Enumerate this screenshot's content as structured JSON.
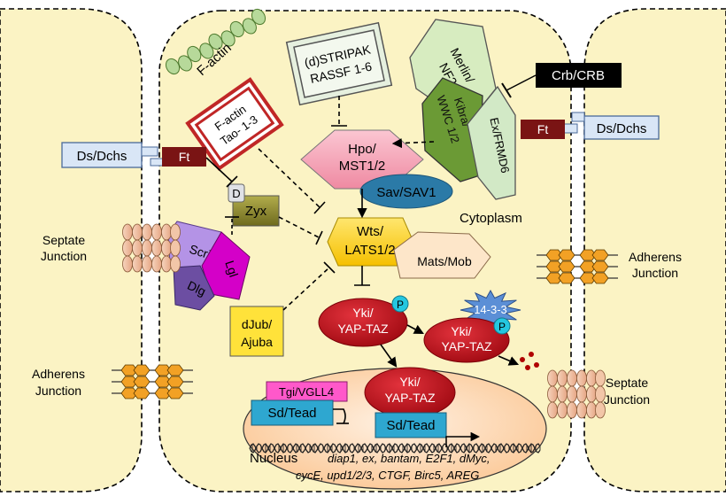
{
  "labels": {
    "factin_top": "F-actin",
    "cytoplasm": "Cytoplasm",
    "nucleus": "Nucleus",
    "septate_left": [
      "Septate",
      "Junction"
    ],
    "adherens_left": [
      "Adherens",
      "Junction"
    ],
    "adherens_right": [
      "Adherens",
      "Junction"
    ],
    "septate_right": [
      "Septate",
      "Junction"
    ]
  },
  "proteins": {
    "factin_tao": [
      "F-actin",
      "Tao- 1-3"
    ],
    "stripak": [
      "(d)STRIPAK",
      "RASSF 1-6"
    ],
    "merlin": [
      "Merlin/",
      "NF2"
    ],
    "kibra": [
      "Kibra/",
      "WWC 1/2"
    ],
    "ex": "Ex/FRMD6",
    "crb": "Crb/CRB",
    "ft_right": "Ft",
    "dsdchs_right": "Ds/Dchs",
    "dsdchs_left": "Ds/Dchs",
    "ft_left": "Ft",
    "hpo": [
      "Hpo/",
      "MST1/2"
    ],
    "sav": "Sav/SAV1",
    "d_badge": "D",
    "zyx": "Zyx",
    "wts": [
      "Wts/",
      "LATS1/2"
    ],
    "mats": "Mats/Mob",
    "scrib": "Scrib",
    "lgl": "Lgl",
    "dlg": "Dlg",
    "djub": [
      "dJub/",
      "Ajuba"
    ],
    "yki_1": [
      "Yki/",
      "YAP-TAZ"
    ],
    "p_badge_1": "P",
    "p1433": "14-3-3",
    "yki_2": [
      "Yki/",
      "YAP-TAZ"
    ],
    "p_badge_2": "P",
    "yki_3": [
      "Yki/",
      "YAP-TAZ"
    ],
    "tgi": "Tgi/VGLL4",
    "sd_1": "Sd/Tead",
    "sd_2": "Sd/Tead"
  },
  "target_genes": [
    "diap1, ex, bantam, E2F1, dMyc,",
    "cycE, upd1/2/3, CTGF, Birc5, AREG"
  ],
  "colors": {
    "cell_fill": "#fbf3c4",
    "hpo": "#f4a3b6",
    "sav": "#2b7aa7",
    "wts": "#ffd21e",
    "mats": "#fde6c9",
    "zyx": "#8f8a2e",
    "yki": "#c0101b",
    "p_badge": "#24c7e0",
    "p1433": "#5b8fd6",
    "nucleus": "#fdd0a5",
    "tgi": "#ff58ca",
    "sd": "#2ea7d0",
    "scrib": "#b493e6",
    "lgl": "#d400c8",
    "dlg": "#6c4ea2",
    "djub": "#ffe23a",
    "merlin": "#d7ecc0",
    "kibra": "#6b9a35",
    "ex": "#d2e9c6",
    "crb": "#000000",
    "ft": "#7a1414",
    "dsdchs": "#d9e6f6",
    "factin_tao": "#c02626",
    "stripak": "#e6f0df",
    "junction_hex": "#f2a125",
    "junction_cyl": "#f2c6a8"
  }
}
